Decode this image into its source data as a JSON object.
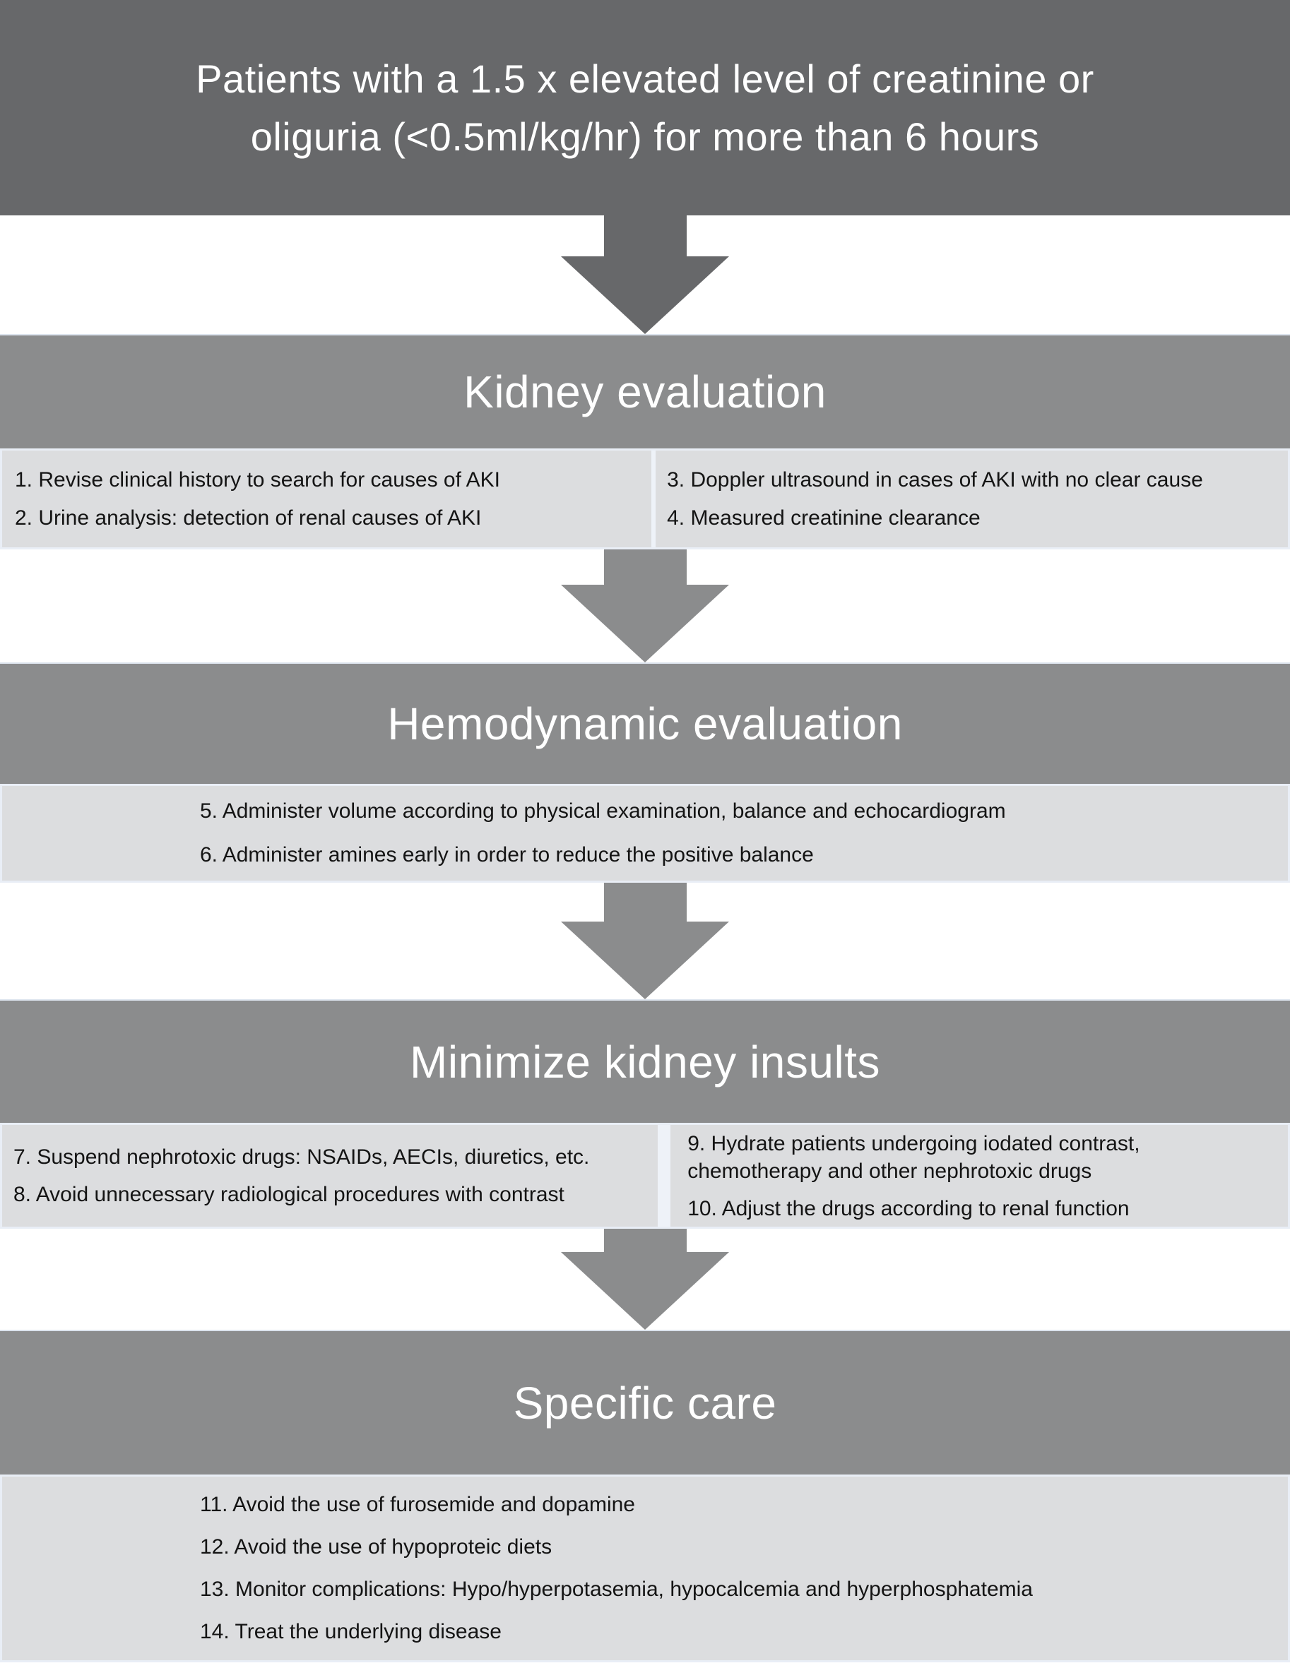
{
  "theme": {
    "dark_gray": "#67686a",
    "mid_gray": "#8b8c8d",
    "light_gray": "#dcdddf",
    "box_border": "#e9eef6",
    "divider": "#eef2f8",
    "text_dark": "#141414",
    "text_light": "#ffffff",
    "background": "#ffffff"
  },
  "flow": {
    "start": "Patients with a 1.5 x elevated level of creatinine or\noliguria (<0.5ml/kg/hr) for more than 6 hours",
    "stages": [
      {
        "title": "Kidney evaluation",
        "columns": [
          {
            "items": [
              "1. Revise clinical history to search for causes of AKI",
              "2. Urine analysis: detection of renal causes of AKI"
            ]
          },
          {
            "items": [
              "3. Doppler ultrasound in cases of AKI with no clear cause",
              "4. Measured creatinine clearance"
            ]
          }
        ]
      },
      {
        "title": "Hemodynamic evaluation",
        "columns": [
          {
            "items": [
              "5. Administer volume according to physical examination, balance and echocardiogram",
              "6. Administer amines early in order to reduce the positive balance"
            ]
          }
        ]
      },
      {
        "title": "Minimize kidney insults",
        "columns": [
          {
            "items": [
              "7. Suspend nephrotoxic drugs: NSAIDs, AECIs, diuretics, etc.",
              "8. Avoid unnecessary radiological procedures with contrast"
            ]
          },
          {
            "items": [
              "9. Hydrate patients undergoing iodated contrast,\nchemotherapy and other nephrotoxic drugs",
              "10. Adjust the drugs according to renal function"
            ]
          }
        ]
      },
      {
        "title": "Specific care",
        "columns": [
          {
            "items": [
              "11. Avoid the use of furosemide and dopamine",
              "12. Avoid the use of hypoproteic diets",
              "13. Monitor complications: Hypo/hyperpotasemia, hypocalcemia and hyperphosphatemia",
              "14. Treat the underlying disease"
            ]
          }
        ]
      }
    ]
  }
}
